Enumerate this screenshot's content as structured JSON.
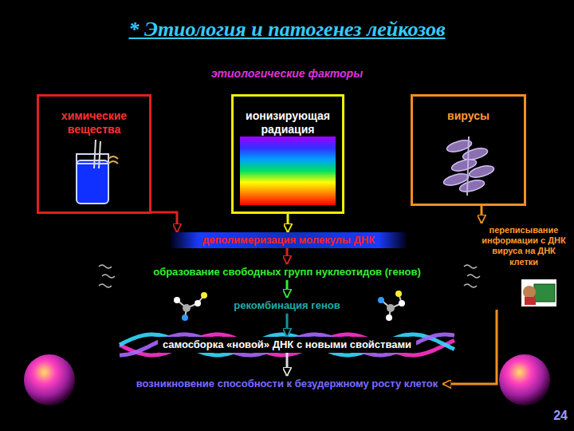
{
  "diagram": {
    "title": "* Этиология и патогенез лейкозов",
    "nodes": [
      {
        "text": [
          "химические вещества"
        ]
      },
      {
        "text": [
          "ионизирующая радиация"
        ]
      },
      {
        "text": [
          "вирусы"
        ]
      },
      {
        "text": [
          "деполимеризация молекулы ДНК"
        ]
      },
      {
        "text": [
          "образование свободных групп нуклеотидов (генов)"
        ]
      },
      {
        "text": [
          "рекомбинация генов"
        ]
      },
      {
        "text": [
          "самосборка «новой» ДНК с новыми свойствами"
        ]
      },
      {
        "text": [
          "возникновение способности к безудержному росту клеток"
        ]
      },
      {
        "text": [
          "переписывание информации с ДНК вируса на ДНК клетки"
        ]
      }
    ],
    "edges": [
      {
        "from": 0,
        "to": 3,
        "arrow": "to"
      },
      {
        "from": 1,
        "to": 3,
        "arrow": "to"
      },
      {
        "from": 3,
        "to": 4,
        "arrow": "to"
      },
      {
        "from": 4,
        "to": 5,
        "arrow": "to"
      },
      {
        "from": 5,
        "to": 6,
        "arrow": "to"
      },
      {
        "from": 6,
        "to": 7,
        "arrow": "to"
      },
      {
        "from": 2,
        "to": 8,
        "arrow": "to"
      },
      {
        "from": 8,
        "to": 7,
        "arrow": "to"
      }
    ],
    "labels": [
      "этиологические факторы",
      "24"
    ]
  }
}
